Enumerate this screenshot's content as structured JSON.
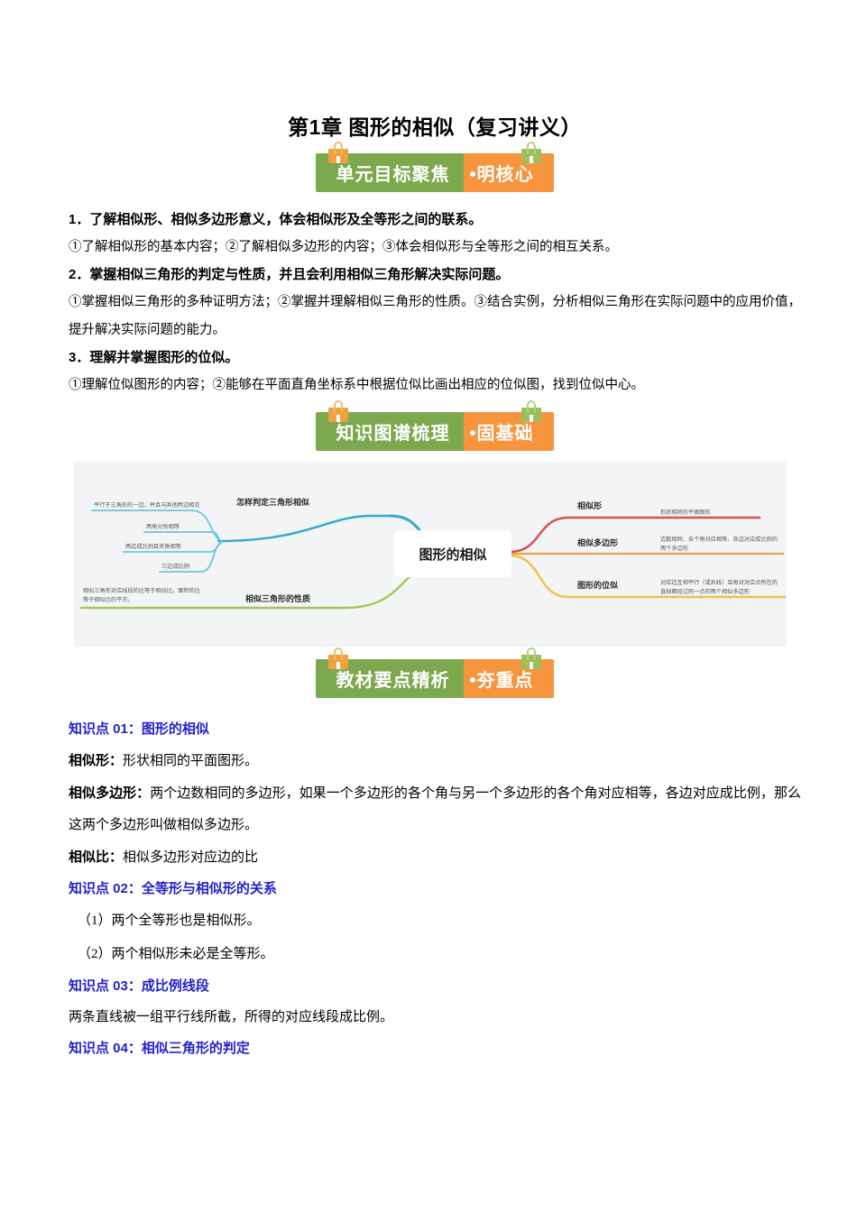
{
  "document": {
    "title": "第1章 图形的相似（复习讲义）"
  },
  "banners": [
    {
      "left": "单元目标聚焦",
      "right": "•明核心",
      "green": "#7ca84e",
      "orange": "#f7943e"
    },
    {
      "left": "知识图谱梳理",
      "right": "•固基础",
      "green": "#7ca84e",
      "orange": "#f7943e"
    },
    {
      "left": "教材要点精析",
      "right": "•夯重点",
      "green": "#7ca84e",
      "orange": "#f7943e"
    }
  ],
  "objectives": [
    {
      "head": "1．了解相似形、相似多边形意义，体会相似形及全等形之间的联系。",
      "sub": "①了解相似形的基本内容；②了解相似多边形的内容；③体会相似形与全等形之间的相互关系。"
    },
    {
      "head": "2．掌握相似三角形的判定与性质，并且会利用相似三角形解决实际问题。",
      "sub": "①掌握相似三角形的多种证明方法；②掌握并理解相似三角形的性质。③结合实例，分析相似三角形在实际问题中的应用价值，提升解决实际问题的能力。"
    },
    {
      "head": "3．理解并掌握图形的位似。",
      "sub": "①理解位似图形的内容；②能够在平面直角坐标系中根据位似比画出相应的位似图，找到位似中心。"
    }
  ],
  "mindmap": {
    "center": "图形的相似",
    "background": "#f3f4f6",
    "left_branches": [
      {
        "label": "怎样判定三角形相似",
        "color": "#36a8cf",
        "leaves": [
          "平行于三角形的一边，并且与其他两边相交",
          "两角分别相等",
          "两边成比例且夹角相等",
          "三边成比例"
        ]
      },
      {
        "label": "相似三角形的性质",
        "color": "#a6c756",
        "leaves": [
          "相似三角形对应线段的比等于相似比，面积的比等于相似比的平方。"
        ]
      }
    ],
    "right_branches": [
      {
        "label": "相似形",
        "color": "#d9534f",
        "desc": "形状相同的平面图形"
      },
      {
        "label": "相似多边形",
        "color": "#e8a34e",
        "desc": "边数相同、各个角对应相等、各边对应成比例的两个多边形"
      },
      {
        "label": "图形的位似",
        "color": "#f0c04a",
        "desc": "对应边互相平行（或共线）且每对对应点所在的直线都经过同一点的两个相似多边形"
      }
    ]
  },
  "knowledge_points": [
    {
      "title": "知识点 01：图形的相似",
      "paragraphs": [
        {
          "term": "相似形：",
          "text": "形状相同的平面图形。"
        },
        {
          "term": "相似多边形：",
          "text": "两个边数相同的多边形，如果一个多边形的各个角与另一个多边形的各个角对应相等，各边对应成比例，那么这两个多边形叫做相似多边形。"
        },
        {
          "term": "相似比：",
          "text": "相似多边形对应边的比"
        }
      ],
      "items": []
    },
    {
      "title": "知识点 02：全等形与相似形的关系",
      "paragraphs": [],
      "items": [
        "（1）两个全等形也是相似形。",
        "（2）两个相似形未必是全等形。"
      ]
    },
    {
      "title": "知识点 03：成比例线段",
      "paragraphs": [
        {
          "term": "",
          "text": "两条直线被一组平行线所截，所得的对应线段成比例。"
        }
      ],
      "items": []
    },
    {
      "title": "知识点 04：相似三角形的判定",
      "paragraphs": [],
      "items": []
    }
  ]
}
